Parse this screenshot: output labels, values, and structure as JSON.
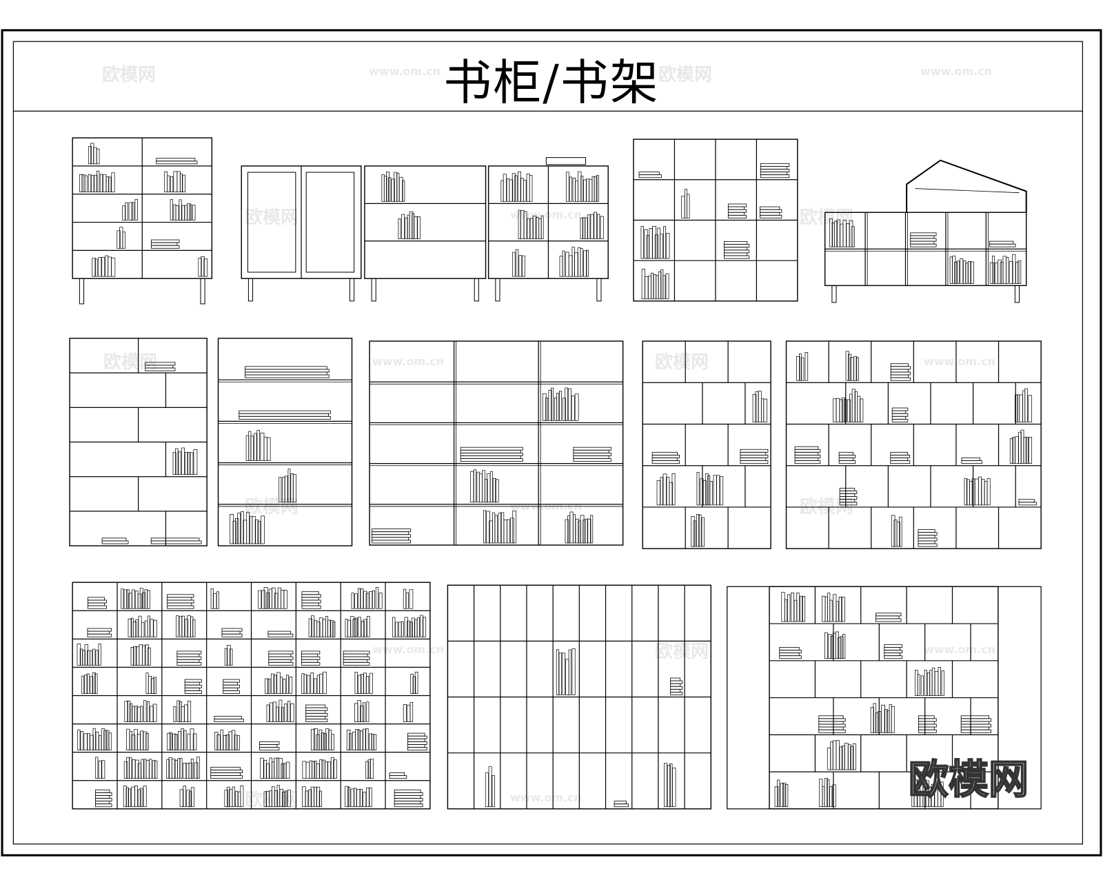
{
  "title": "书柜/书架",
  "watermark": {
    "name": "欧模网",
    "url": "www.om.cn"
  },
  "logo": "欧模网",
  "line_color": "#000000"
}
